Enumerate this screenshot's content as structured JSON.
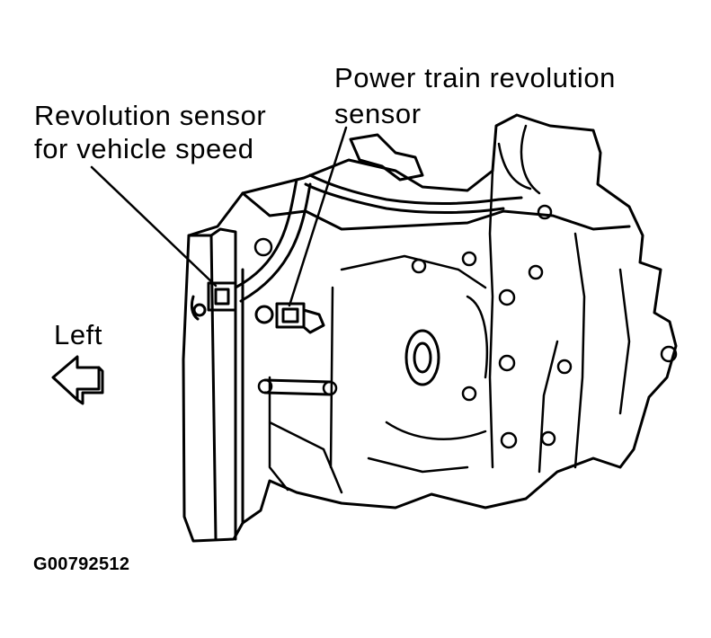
{
  "labels": {
    "speed_sensor": [
      "Revolution sensor",
      "for vehicle speed"
    ],
    "powertrain_sensor": [
      "Power train revolution",
      "sensor"
    ],
    "direction": "Left",
    "figure_code": "G00792512"
  },
  "icons": {
    "direction_arrow": "arrow-left-icon"
  },
  "colors": {
    "ink": "#000000",
    "paper": "#ffffff"
  }
}
